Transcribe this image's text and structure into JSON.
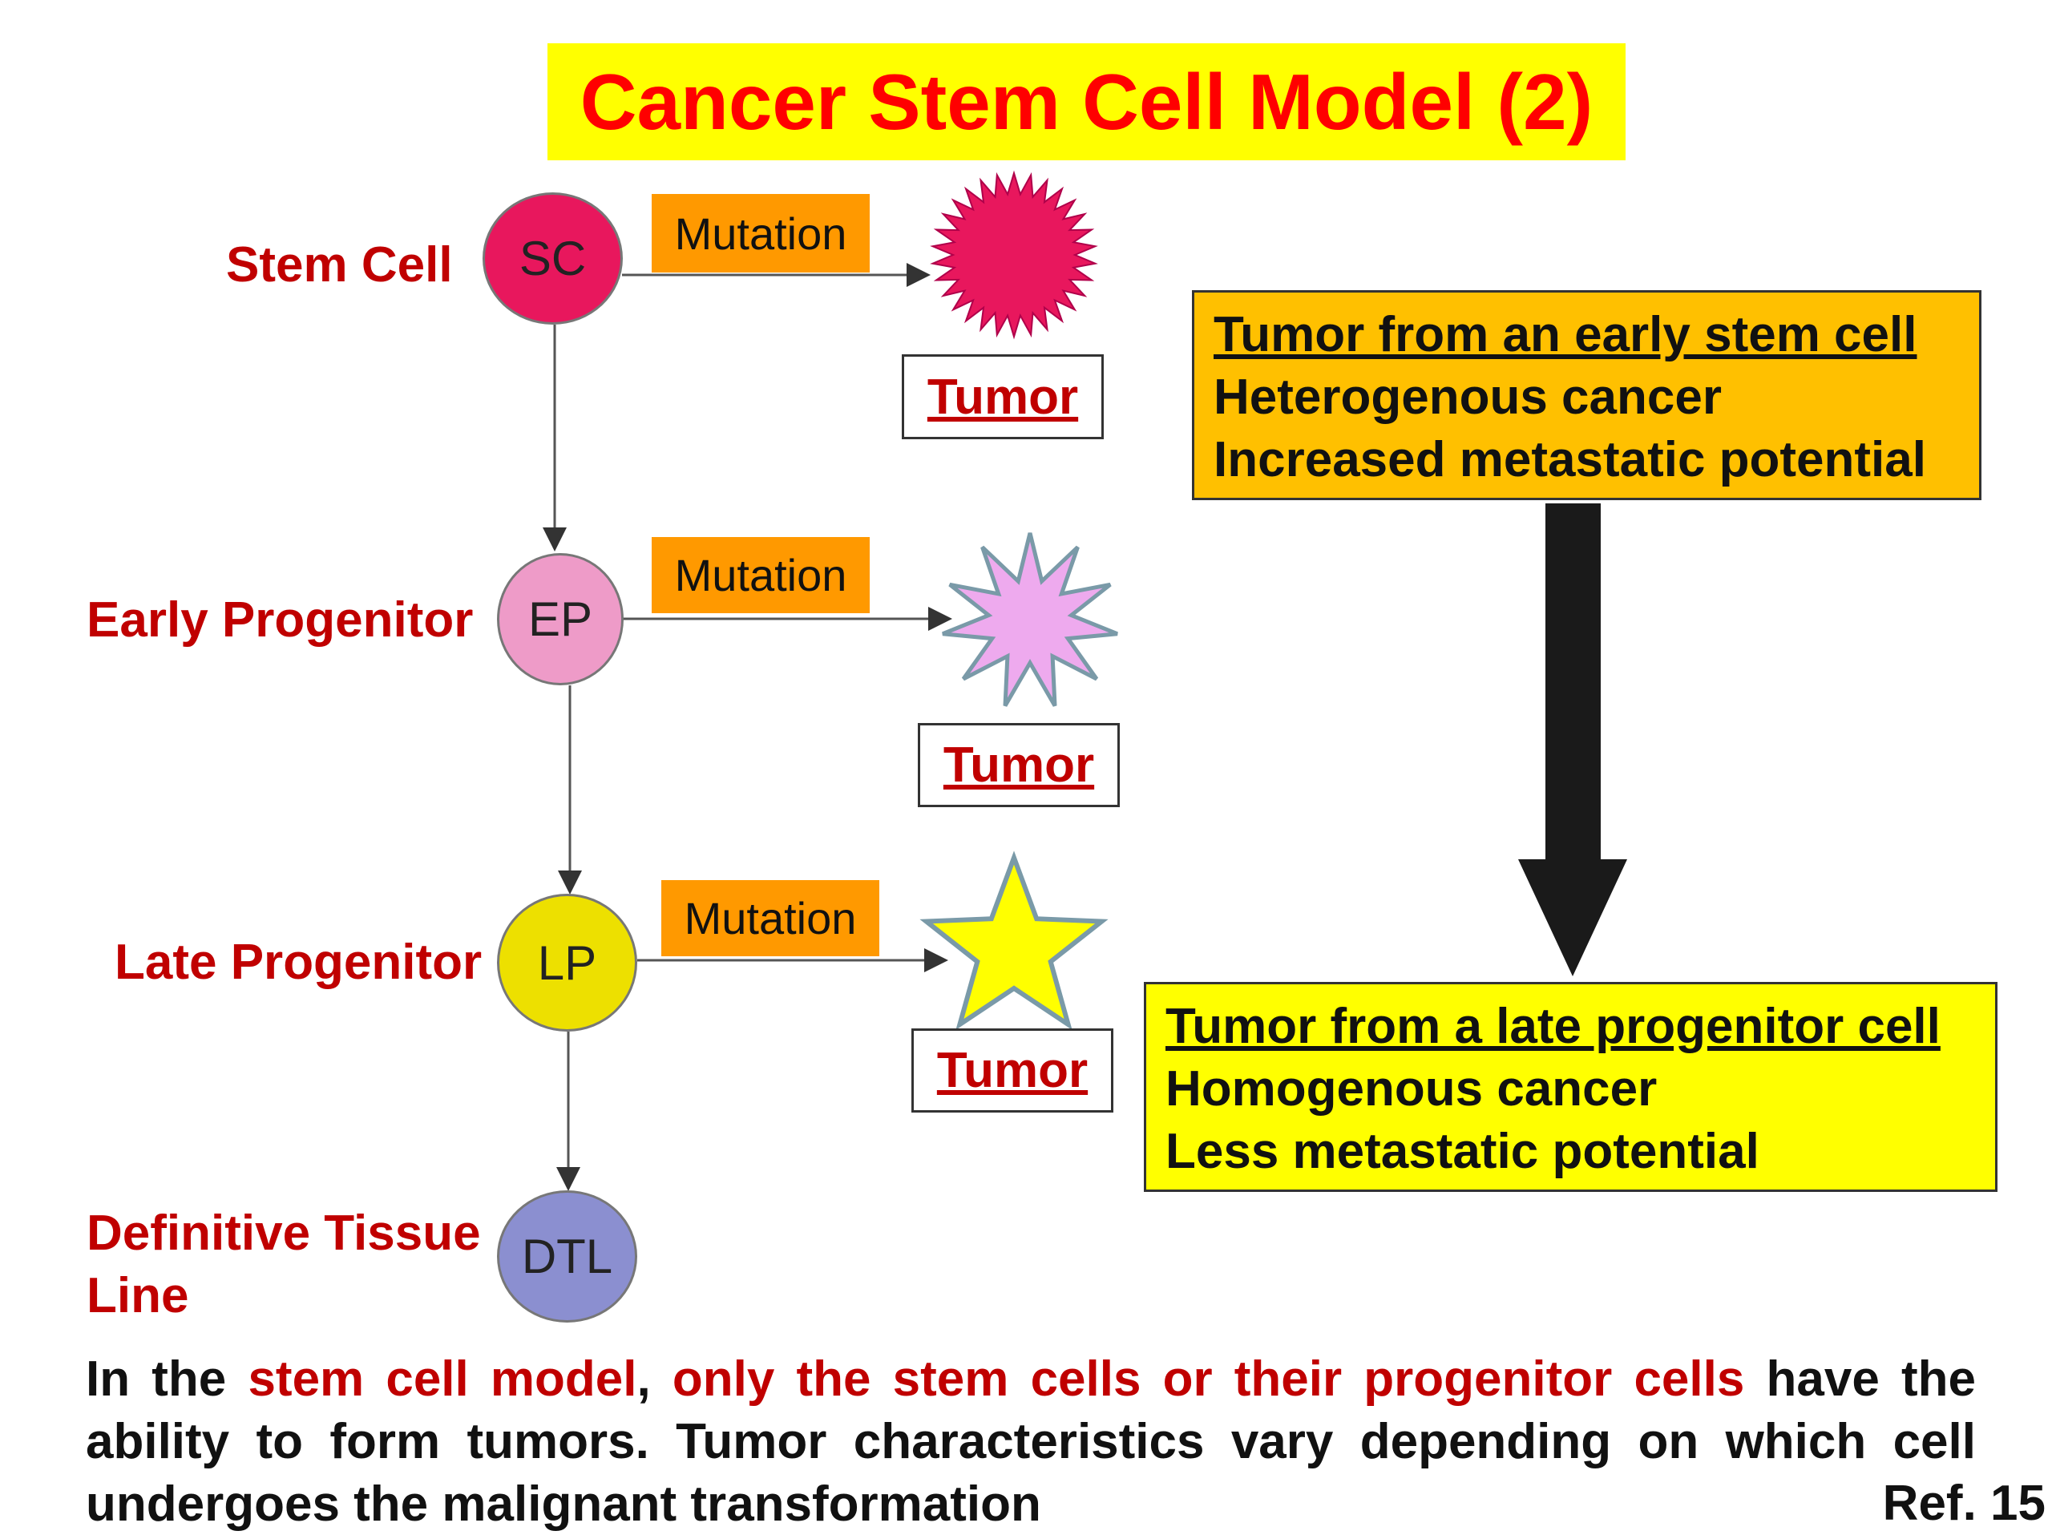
{
  "title": "Cancer Stem Cell Model (2)",
  "rows": [
    {
      "label": "Stem Cell",
      "cell": "SC",
      "mutation": "Mutation",
      "tumor": "Tumor",
      "color": "#e8175d"
    },
    {
      "label": "Early Progenitor",
      "cell": "EP",
      "mutation": "Mutation",
      "tumor": "Tumor",
      "color": "#ee9bc8"
    },
    {
      "label": "Late Progenitor",
      "cell": "LP",
      "mutation": "Mutation",
      "tumor": "Tumor",
      "color": "#ede000"
    },
    {
      "label": "Definitive Tissue Line",
      "label_line1": "Definitive Tissue",
      "label_line2": "Line",
      "cell": "DTL",
      "color": "#8b8fd0"
    }
  ],
  "tumor_shape_colors": {
    "stem": "#e8175d",
    "early": "#eeaaee",
    "late": "#ffff00"
  },
  "early_box": {
    "heading": "Tumor from an early stem cell",
    "line2": "Heterogenous cancer",
    "line3": "Increased metastatic potential",
    "color": "#ffc000"
  },
  "late_box": {
    "heading": "Tumor from a late progenitor cell",
    "line2": "Homogenous cancer",
    "line3": "Less metastatic potential",
    "color": "#ffff00"
  },
  "caption": {
    "p1": "In the ",
    "p2": "stem cell model",
    "p3": ", ",
    "p4": "only the stem cells or their progenitor cells",
    "p5": " have the ability to form tumors. Tumor characteristics vary depending on which cell undergoes the malignant transformation"
  },
  "ref": "Ref. 15"
}
